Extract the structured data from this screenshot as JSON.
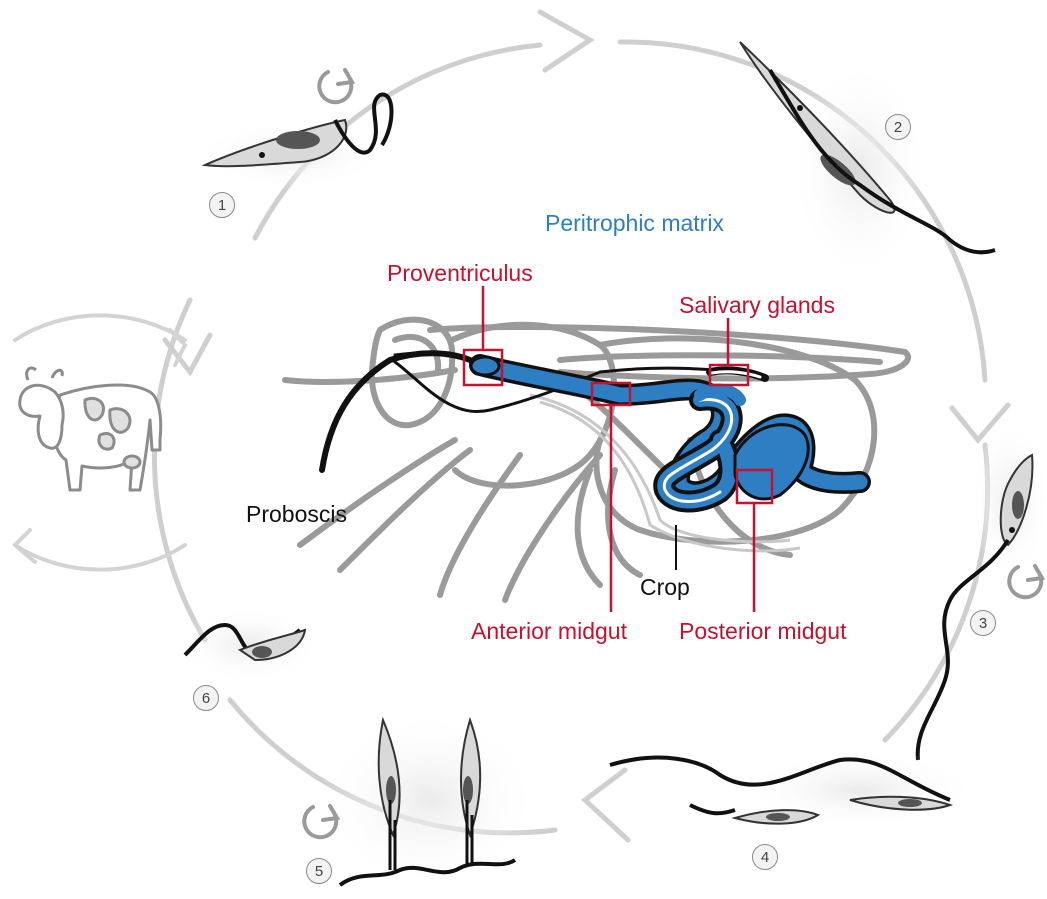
{
  "labels": {
    "peritrophic_matrix": "Peritrophic matrix",
    "proventriculus": "Proventriculus",
    "salivary_glands": "Salivary glands",
    "proboscis": "Proboscis",
    "crop": "Crop",
    "anterior_midgut": "Anterior midgut",
    "posterior_midgut": "Posterior midgut"
  },
  "stages": [
    "1",
    "2",
    "3",
    "4",
    "5",
    "6"
  ],
  "colors": {
    "label_red": "#c4122f",
    "matrix_blue": "#2e7ec4",
    "cycle_gray": "#cfcfcf",
    "fly_gray": "#9a9a9a",
    "parasite_fill": "#d9d9d9",
    "nucleus": "#555555"
  },
  "icons": [
    "cycle-arrow-icon",
    "cow-icon",
    "fly-icon",
    "trypanosome-icon",
    "replication-icon"
  ]
}
